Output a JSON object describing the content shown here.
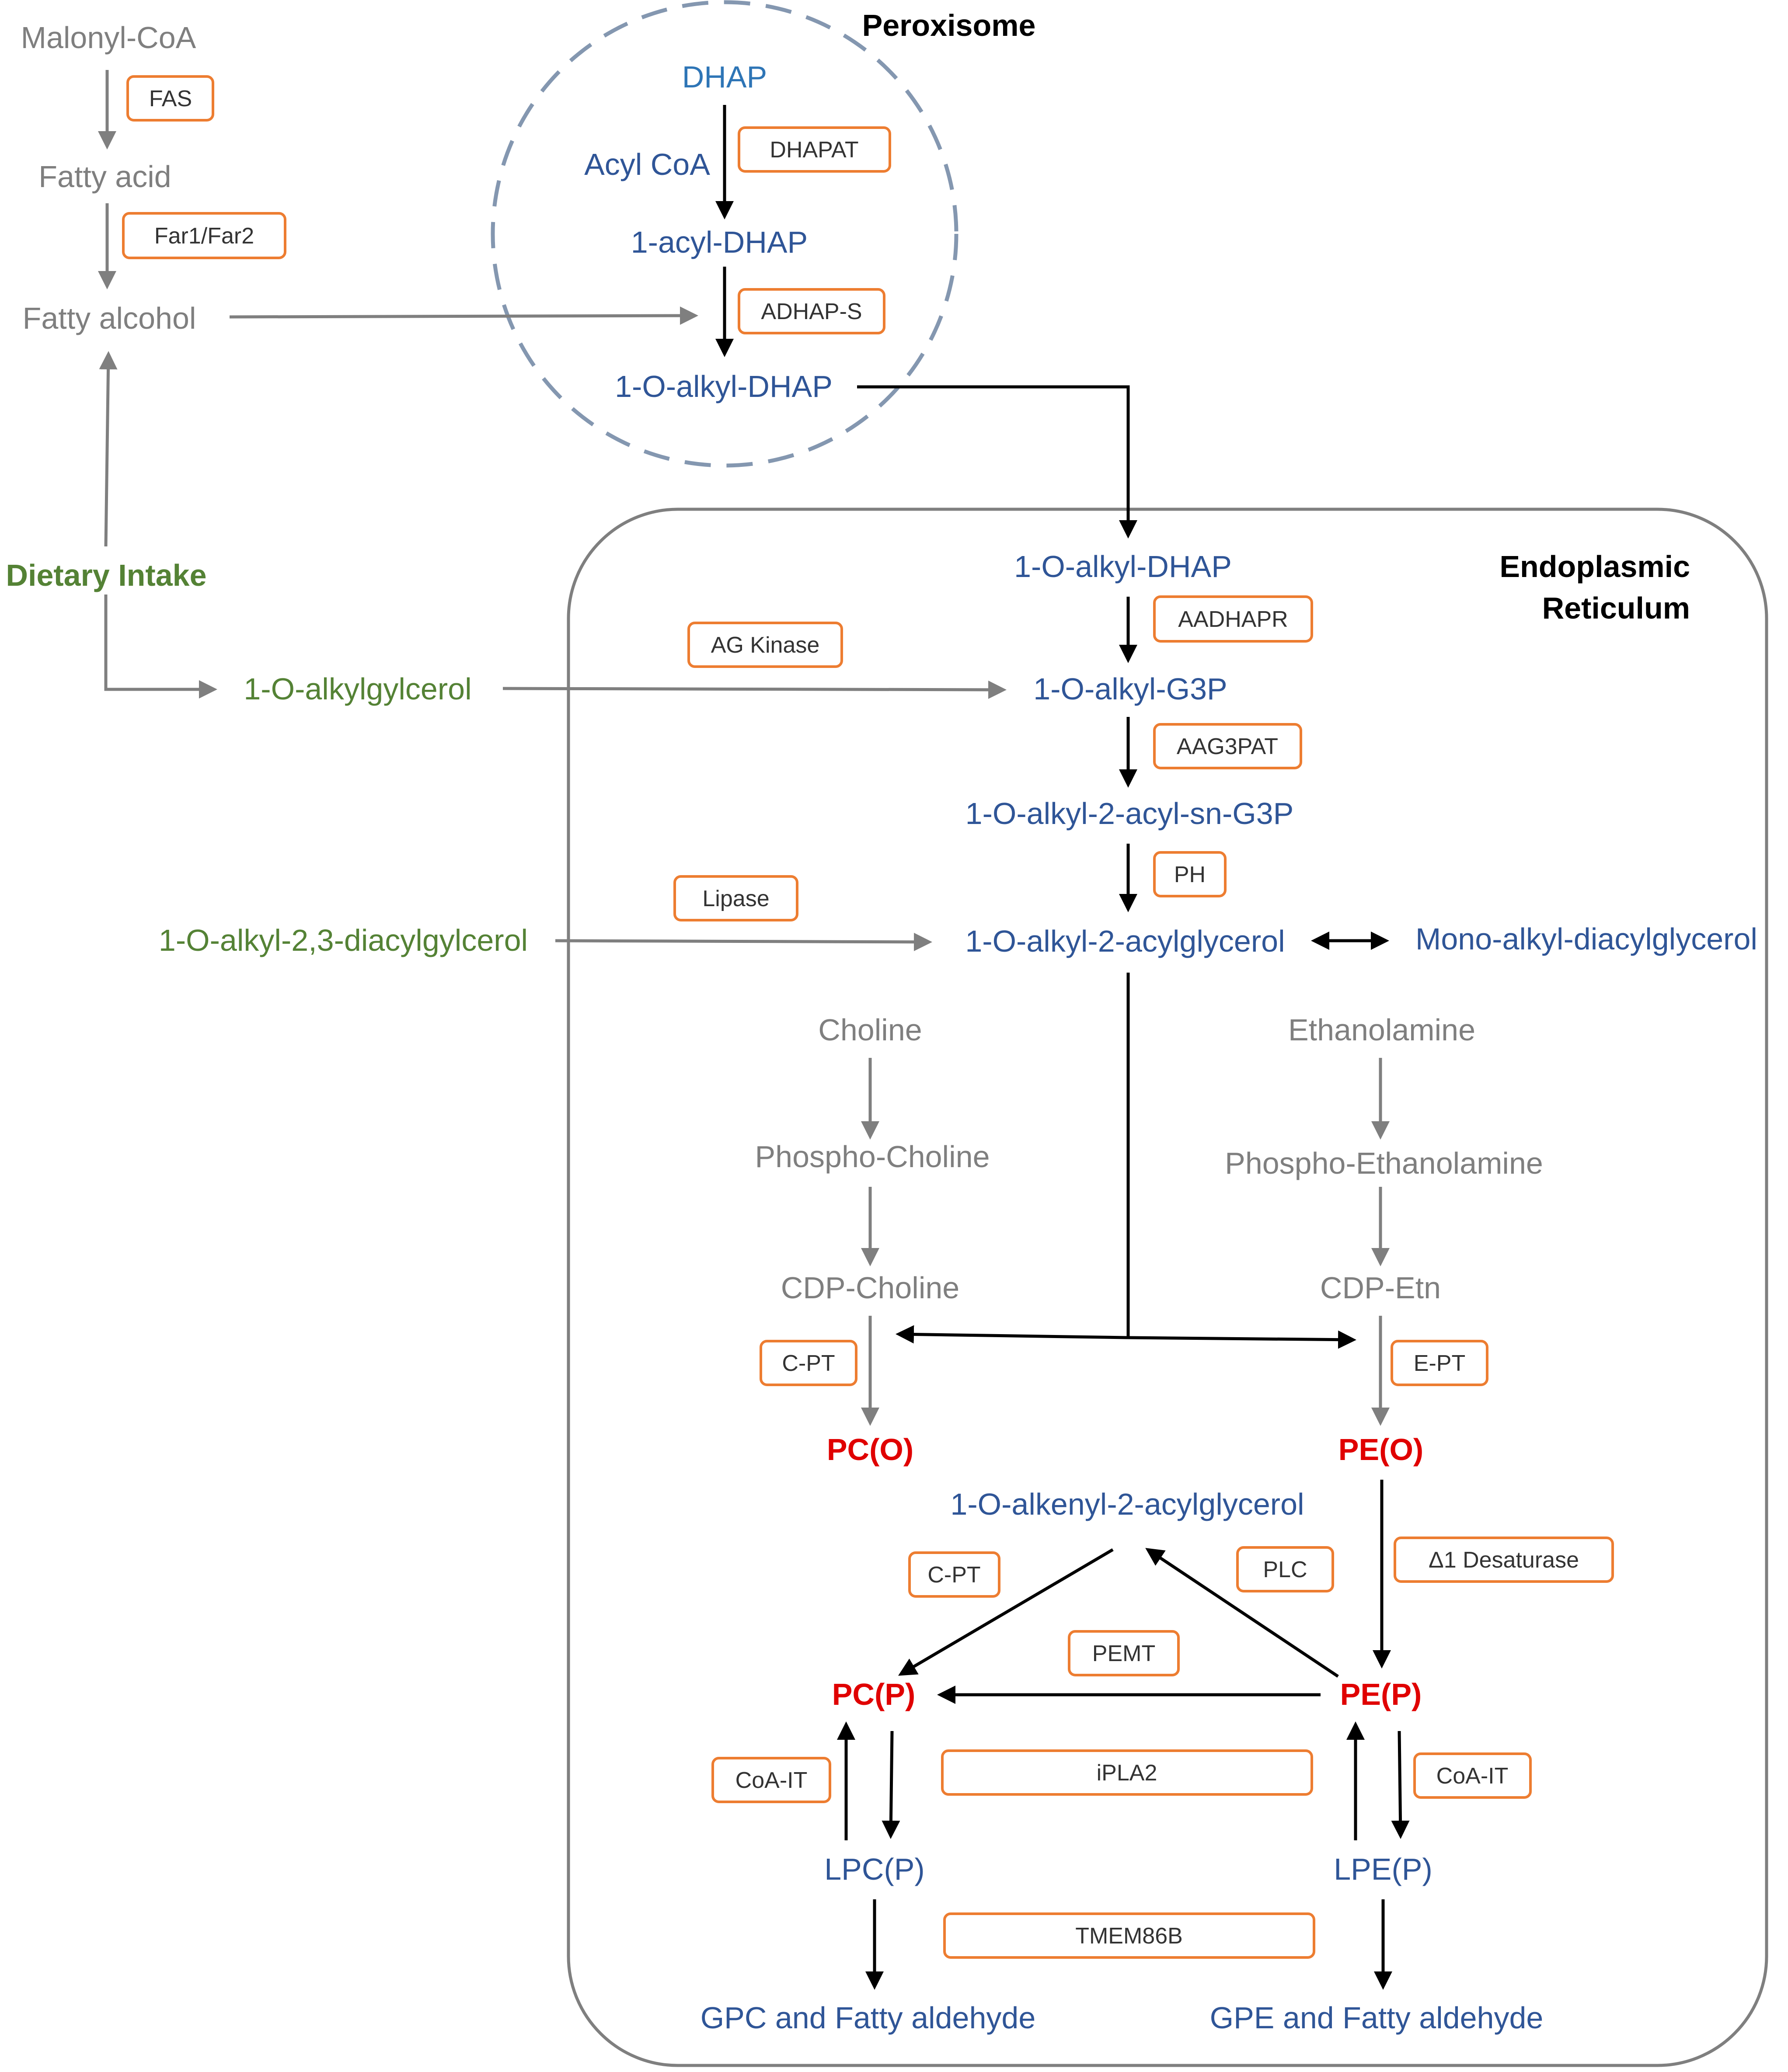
{
  "colors": {
    "gray": "#7F7F7F",
    "blue": "#2F5597",
    "lightblue": "#2E75B6",
    "green": "#548235",
    "red": "#E00000",
    "orange": "#ED7D31",
    "black": "#000000",
    "dashed_circle": "#8497B0",
    "er_border": "#7F7F7F"
  },
  "compartments": {
    "peroxisome": "Peroxisome",
    "er_line1": "Endoplasmic",
    "er_line2": "Reticulum"
  },
  "nodes": {
    "malonyl_coa": "Malonyl-CoA",
    "fatty_acid": "Fatty acid",
    "fatty_alcohol": "Fatty alcohol",
    "dietary_intake": "Dietary Intake",
    "alkylglycerol": "1-O-alkylgylcerol",
    "alkyl_diacylglycerol": "1-O-alkyl-2,3-diacylgylcerol",
    "dhap": "DHAP",
    "acyl_coa": "Acyl CoA",
    "acyl_dhap": "1-acyl-DHAP",
    "alkyl_dhap_perox": "1-O-alkyl-DHAP",
    "alkyl_dhap_er": "1-O-alkyl-DHAP",
    "alkyl_g3p": "1-O-alkyl-G3P",
    "alkyl_acyl_g3p": "1-O-alkyl-2-acyl-sn-G3P",
    "alkyl_acylglycerol": "1-O-alkyl-2-acylglycerol",
    "mono_alkyl_diacylglycerol": "Mono-alkyl-diacylglycerol",
    "choline": "Choline",
    "phospho_choline": "Phospho-Choline",
    "cdp_choline": "CDP-Choline",
    "ethanolamine": "Ethanolamine",
    "phospho_ethanolamine": "Phospho-Ethanolamine",
    "cdp_etn": "CDP-Etn",
    "pc_o": "PC(O)",
    "pe_o": "PE(O)",
    "alkenyl_acylglycerol": "1-O-alkenyl-2-acylglycerol",
    "pc_p": "PC(P)",
    "pe_p": "PE(P)",
    "lpc_p": "LPC(P)",
    "lpe_p": "LPE(P)",
    "gpc": "GPC and Fatty aldehyde",
    "gpe": "GPE and Fatty aldehyde"
  },
  "enzymes": {
    "fas": "FAS",
    "far": "Far1/Far2",
    "dhapat": "DHAPAT",
    "adhaps": "ADHAP-S",
    "ag_kinase": "AG Kinase",
    "aadhapr": "AADHAPR",
    "aag3pat": "AAG3PAT",
    "ph": "PH",
    "lipase": "Lipase",
    "c_pt_1": "C-PT",
    "e_pt": "E-PT",
    "c_pt_2": "C-PT",
    "plc": "PLC",
    "desaturase": "Δ1 Desaturase",
    "pemt": "PEMT",
    "coa_it_left": "CoA-IT",
    "ipla2": "iPLA2",
    "coa_it_right": "CoA-IT",
    "tmem86b": "TMEM86B"
  }
}
